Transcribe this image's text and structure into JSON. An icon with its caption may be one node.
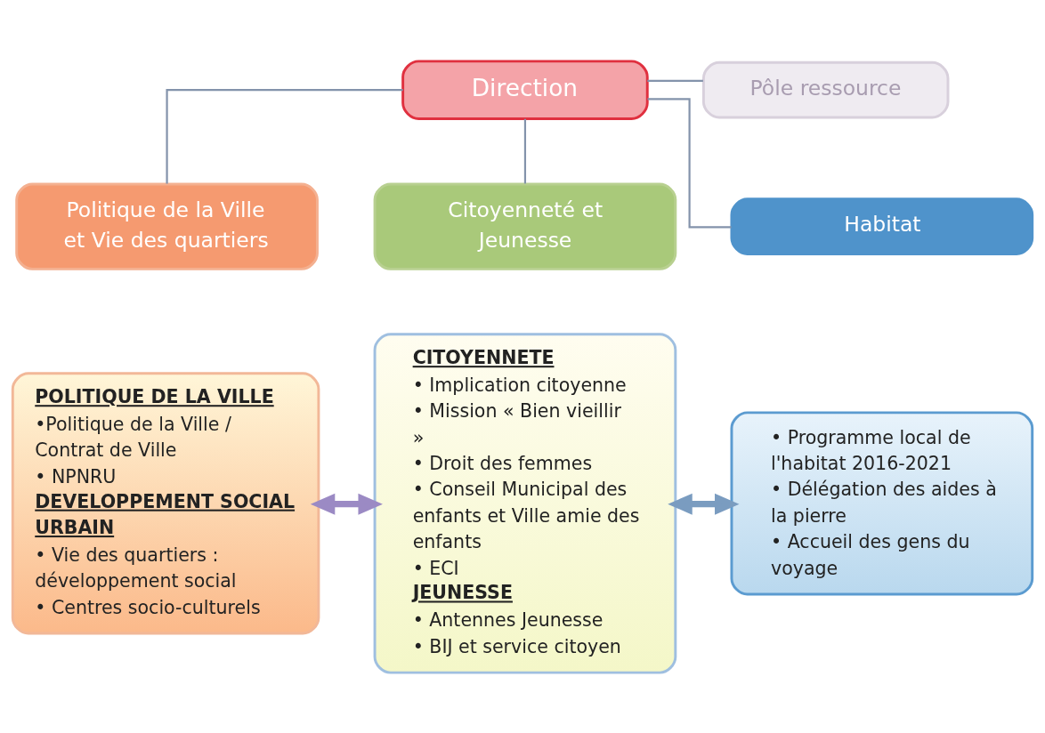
{
  "diagram": {
    "nodes": [
      {
        "text": [
          "Direction"
        ]
      },
      {
        "text": [
          "Pôle ressource"
        ]
      },
      {
        "text": [
          "Politique de la Ville et Vie des quartiers"
        ]
      },
      {
        "text": [
          "Citoyenneté et Jeunesse"
        ]
      },
      {
        "text": [
          "Habitat"
        ]
      },
      {
        "text": [
          "POLITIQUE DE LA VILLE",
          "•Politique de la Ville / Contrat de Ville",
          "• NPNRU",
          "DEVELOPPEMENT SOCIAL URBAIN",
          "• Vie des quartiers : développement social",
          "• Centres socio-culturels"
        ]
      },
      {
        "text": [
          "CITOYENNETE",
          "• Implication citoyenne",
          "• Mission « Bien vieillir »",
          "• Droit des femmes",
          "• Conseil Municipal des enfants et Ville amie des enfants",
          "• ECI",
          "JEUNESSE",
          "• Antennes Jeunesse",
          "• BIJ et service citoyen"
        ]
      },
      {
        "text": [
          "• Programme local de l'habitat 2016-2021",
          "• Délégation des aides à la pierre",
          "• Accueil des gens du voyage"
        ]
      }
    ],
    "edges": [
      {
        "from": 0,
        "to": 1,
        "arrow": "none"
      },
      {
        "from": 0,
        "to": 2,
        "arrow": "none"
      },
      {
        "from": 0,
        "to": 3,
        "arrow": "none"
      },
      {
        "from": 0,
        "to": 4,
        "arrow": "none"
      },
      {
        "from": 5,
        "to": 6,
        "arrow": "both",
        "style": "thick",
        "color": "#9b8ac4"
      },
      {
        "from": 6,
        "to": 7,
        "arrow": "both",
        "style": "thick",
        "color": "#7a9cc0"
      }
    ]
  }
}
